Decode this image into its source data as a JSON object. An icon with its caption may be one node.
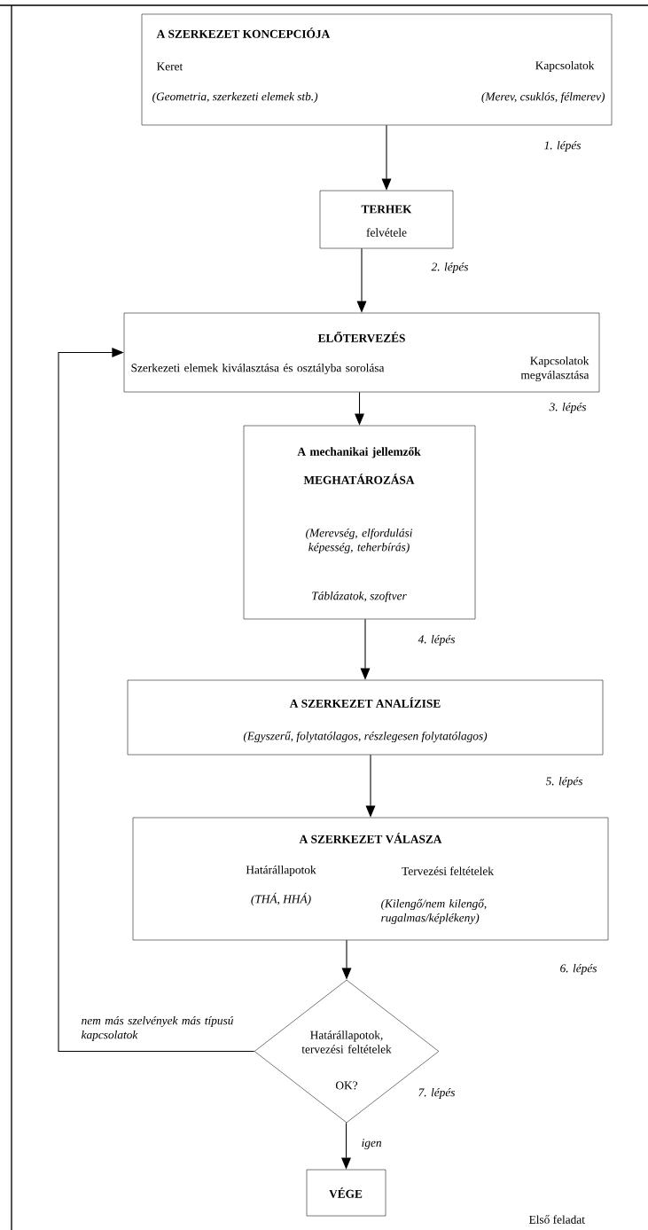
{
  "diagram": {
    "nodes": [
      {
        "text": [
          "A SZERKEZET KONCEPCIÓJA",
          "Keret",
          "(Geometria, szerkezeti elemek stb.)",
          "Kapcsolatok",
          "(Merev, csuklós, félmerev)"
        ],
        "beside": [
          "1. lépés"
        ]
      },
      {
        "text": [
          "TERHEK",
          "felvétele"
        ],
        "beside": [
          "2. lépés"
        ]
      },
      {
        "text": [
          "ELŐTERVEZÉS",
          "Szerkezeti elemek kiválasztása és osztályba sorolása",
          "Kapcsolatok megválasztása"
        ],
        "beside": [
          "3. lépés"
        ]
      },
      {
        "text": [
          "A mechanikai jellemzők MEGHATÁROZÁSA",
          "(Merevség, elfordulási képesség, teherbírás)",
          "Táblázatok, szoftver"
        ],
        "beside": [
          "4. lépés"
        ]
      },
      {
        "text": [
          "A SZERKEZET ANALÍZISE",
          "(Egyszerű, folytatólagos, részlegesen folytatólagos)"
        ],
        "beside": [
          "5. lépés"
        ]
      },
      {
        "text": [
          "A SZERKEZET VÁLASZA",
          "Határállapotok",
          "(THÁ, HHÁ)",
          "Tervezési feltételek",
          "(Kilengő/nem kilengő, rugalmas/képlékeny)"
        ],
        "beside": [
          "6. lépés"
        ]
      },
      {
        "text": [
          "Határállapotok, tervezési feltételek",
          "OK?"
        ],
        "beside": [
          "7. lépés"
        ]
      },
      {
        "text": [
          "VÉGE"
        ]
      }
    ],
    "edges": [
      {
        "from": 0,
        "to": 1,
        "arrow": "to"
      },
      {
        "from": 1,
        "to": 2,
        "arrow": "to"
      },
      {
        "from": 2,
        "to": 3,
        "arrow": "to"
      },
      {
        "from": 3,
        "to": 4,
        "arrow": "to"
      },
      {
        "from": 4,
        "to": 5,
        "arrow": "to"
      },
      {
        "from": 5,
        "to": 6,
        "arrow": "to"
      },
      {
        "from": 6,
        "to": 2,
        "arrow": "to",
        "label": "nem más szelvények más típusú kapcsolatok"
      },
      {
        "from": 6,
        "to": 7,
        "arrow": "to",
        "label": "igen"
      }
    ],
    "labels": [
      "Első feladat"
    ]
  }
}
